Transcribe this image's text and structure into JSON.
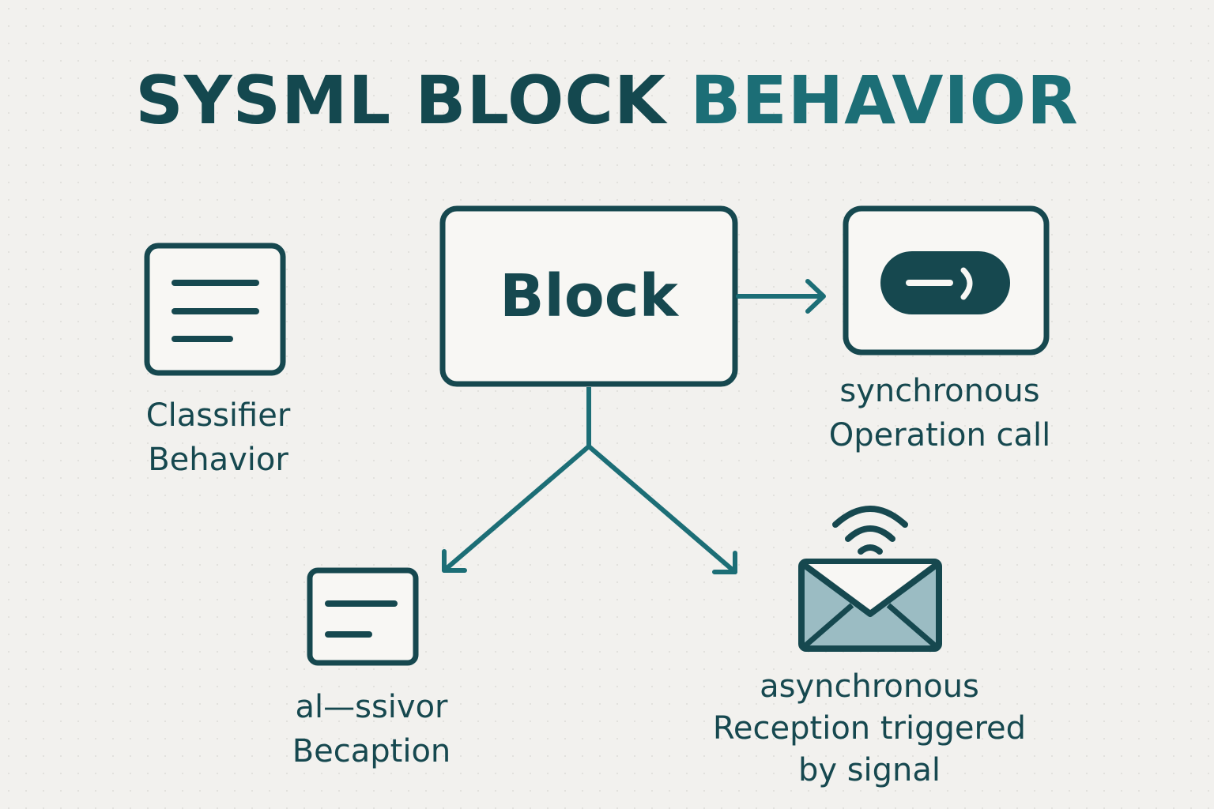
{
  "title": {
    "part1": "SYSML BLOCK",
    "part2": "BEHAVIOR"
  },
  "block": {
    "label": "Block"
  },
  "classifier": {
    "icon": "document-lines-icon",
    "line1": "Classifier",
    "line2": "Behavior"
  },
  "operation": {
    "icon": "operation-pill-icon",
    "line1": "synchronous",
    "line2": "Operation call"
  },
  "reception_left": {
    "icon": "document-lines-icon",
    "line1": "al—ssivor",
    "line2": "Becaption"
  },
  "signal": {
    "icon": "envelope-signal-icon",
    "line1": "asynchronous",
    "line2": "Reception triggered",
    "line3": "by signal"
  },
  "colors": {
    "primary": "#16484f",
    "accent": "#1c6e76",
    "background": "#f2f1ee",
    "box_fill": "#f8f7f4",
    "envelope_fill": "#9bbcc3"
  }
}
